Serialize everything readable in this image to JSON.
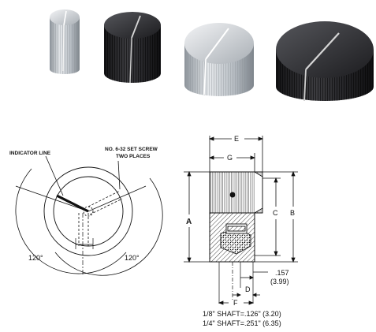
{
  "callouts": {
    "indicator_line": "INDICATOR LINE",
    "set_screw_line1": "NO. 6-32 SET SCREW",
    "set_screw_line2": "TWO PLACES"
  },
  "angles": {
    "left": "120°",
    "right": "120°"
  },
  "dimensions": {
    "A": "A",
    "B": "B",
    "C": "C",
    "D": "D",
    "E": "E",
    "F": "F",
    "G": "G",
    "offset_in": ".157",
    "offset_mm": "(3.99)"
  },
  "shaft_notes": {
    "line1": "1/8\" SHAFT=.126\" (3.20)",
    "line2": "1/4\" SHAFT=.251\" (6.35)"
  },
  "colors": {
    "knob_silver": "#c9cdd2",
    "knob_black": "#2a2a2d",
    "indicator": "#e8e8e8",
    "line": "#111111"
  }
}
